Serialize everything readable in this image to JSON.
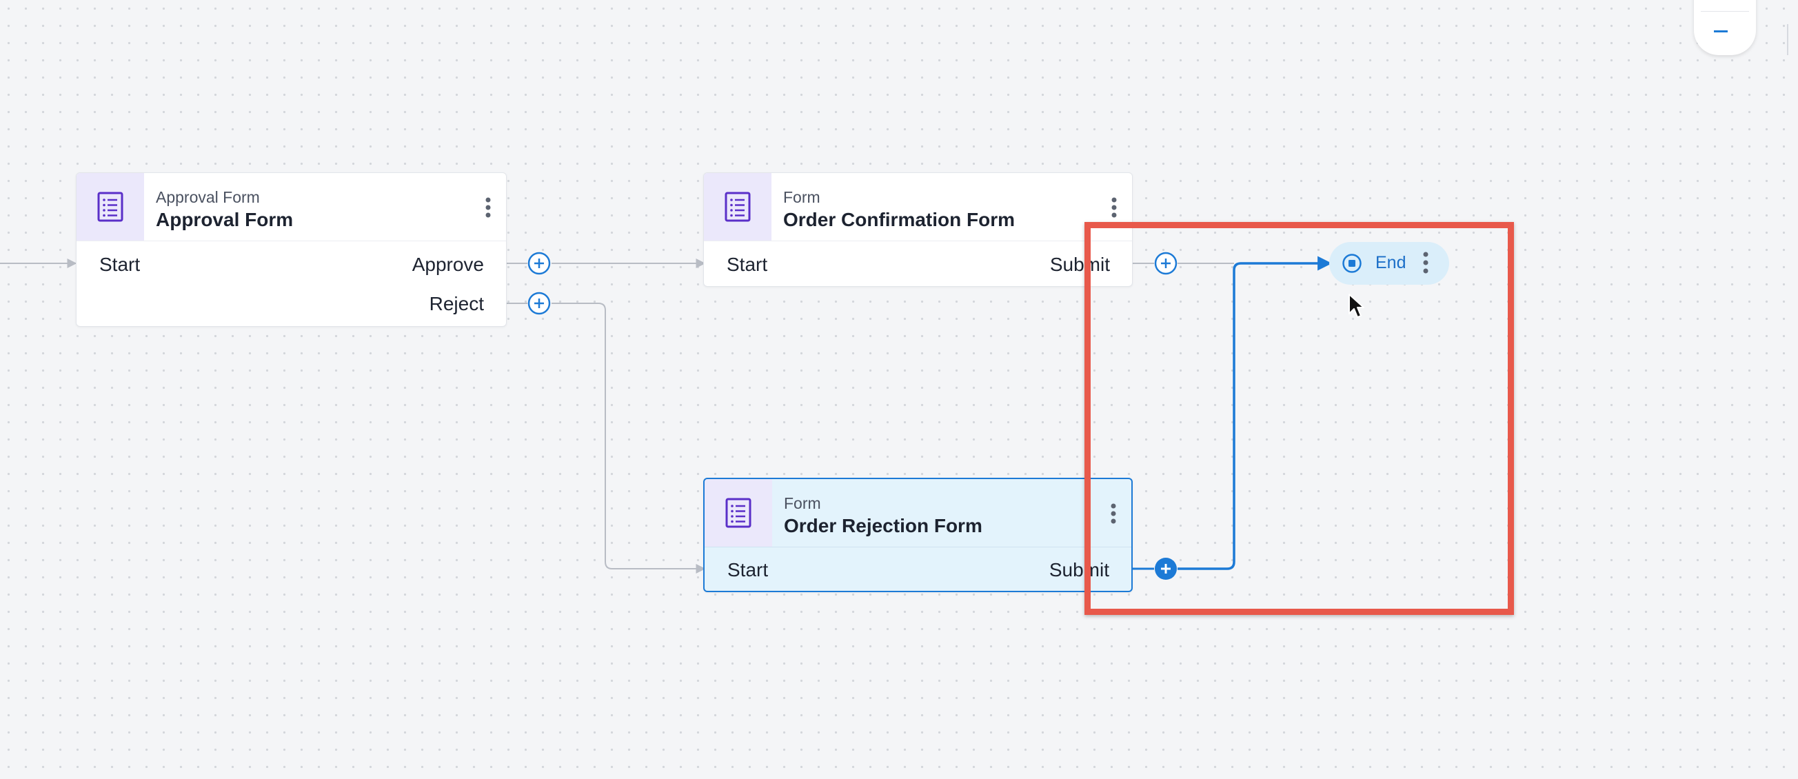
{
  "nodes": {
    "approval": {
      "type_label": "Approval Form",
      "title": "Approval Form",
      "input_label": "Start",
      "outputs": [
        "Approve",
        "Reject"
      ]
    },
    "order_confirmation": {
      "type_label": "Form",
      "title": "Order Confirmation Form",
      "input_label": "Start",
      "outputs": [
        "Submit"
      ]
    },
    "order_rejection": {
      "type_label": "Form",
      "title": "Order Rejection Form",
      "input_label": "Start",
      "outputs": [
        "Submit"
      ]
    },
    "end": {
      "label": "End"
    }
  },
  "icons": {
    "form": "form-document-icon",
    "add": "plus-circle-icon",
    "menu": "kebab-menu-icon",
    "end": "stop-circle-icon",
    "zoom_out": "minus-icon"
  },
  "colors": {
    "accent": "#1c7ad6",
    "form_icon": "#5a2fc8",
    "highlight": "#e8594b",
    "edge": "#b8bcc4",
    "selected_bg": "#e3f3fc"
  }
}
